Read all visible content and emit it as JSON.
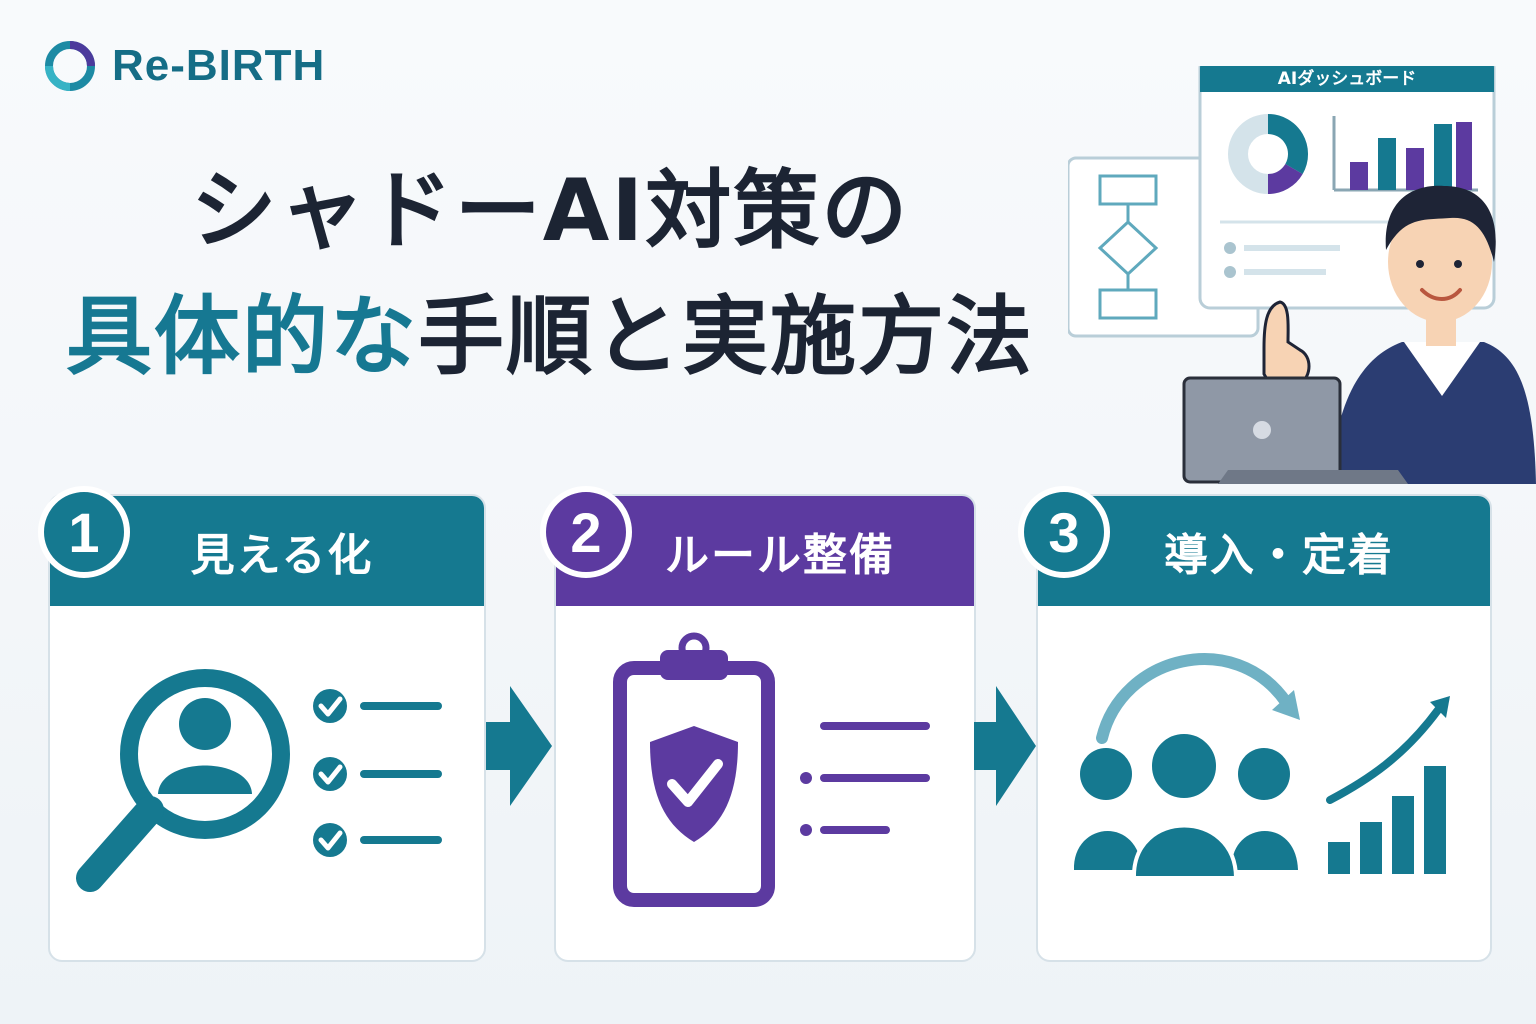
{
  "brand": {
    "name": "Re-BIRTH"
  },
  "headline": {
    "line1": "シャドーAI対策の",
    "line2_accent": "具体的な",
    "line2_rest": "手順と実施方法"
  },
  "dashboard": {
    "title": "AIダッシュボード"
  },
  "steps": [
    {
      "number": "1",
      "title": "見える化",
      "color": "#157990"
    },
    {
      "number": "2",
      "title": "ルール整備",
      "color": "#5c3aa0"
    },
    {
      "number": "3",
      "title": "導入・定着",
      "color": "#157990"
    }
  ],
  "colors": {
    "teal": "#157990",
    "purple": "#5c3aa0",
    "dark_text": "#1c2433"
  }
}
